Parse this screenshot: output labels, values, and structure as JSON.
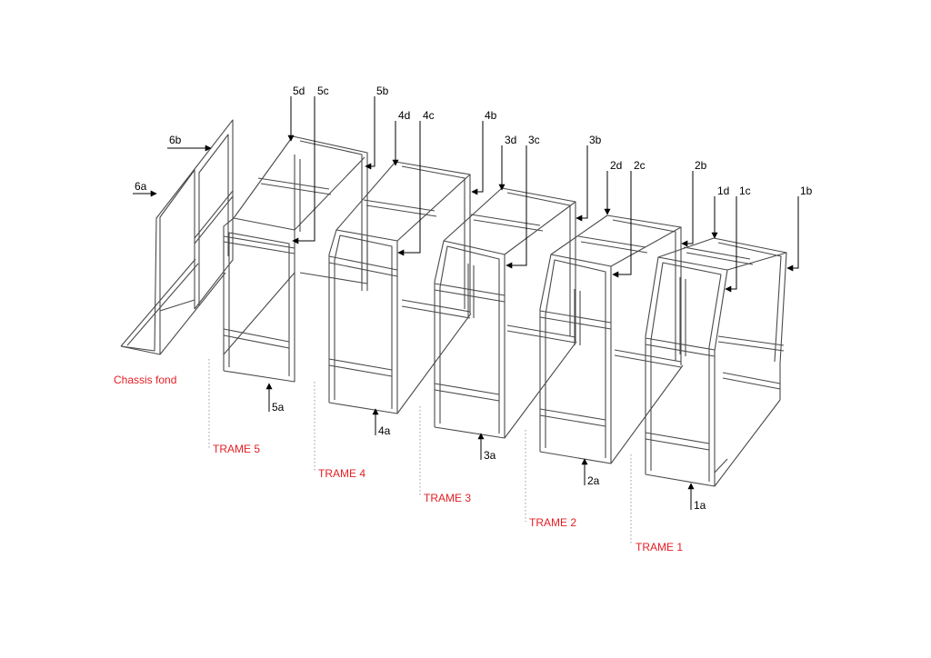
{
  "section_labels": {
    "chassis_fond": "Chassis fond",
    "trame5": "TRAME 5",
    "trame4": "TRAME 4",
    "trame3": "TRAME 3",
    "trame2": "TRAME 2",
    "trame1": "TRAME 1"
  },
  "parts": {
    "p1a": "1a",
    "p1b": "1b",
    "p1c": "1c",
    "p1d": "1d",
    "p2a": "2a",
    "p2b": "2b",
    "p2c": "2c",
    "p2d": "2d",
    "p3a": "3a",
    "p3b": "3b",
    "p3c": "3c",
    "p3d": "3d",
    "p4a": "4a",
    "p4b": "4b",
    "p4c": "4c",
    "p4d": "4d",
    "p5a": "5a",
    "p5b": "5b",
    "p5c": "5c",
    "p5d": "5d",
    "p6a": "6a",
    "p6b": "6b"
  },
  "colors": {
    "accent_label": "#e31e24",
    "line": "#4a4a4a",
    "callout": "#000000"
  }
}
